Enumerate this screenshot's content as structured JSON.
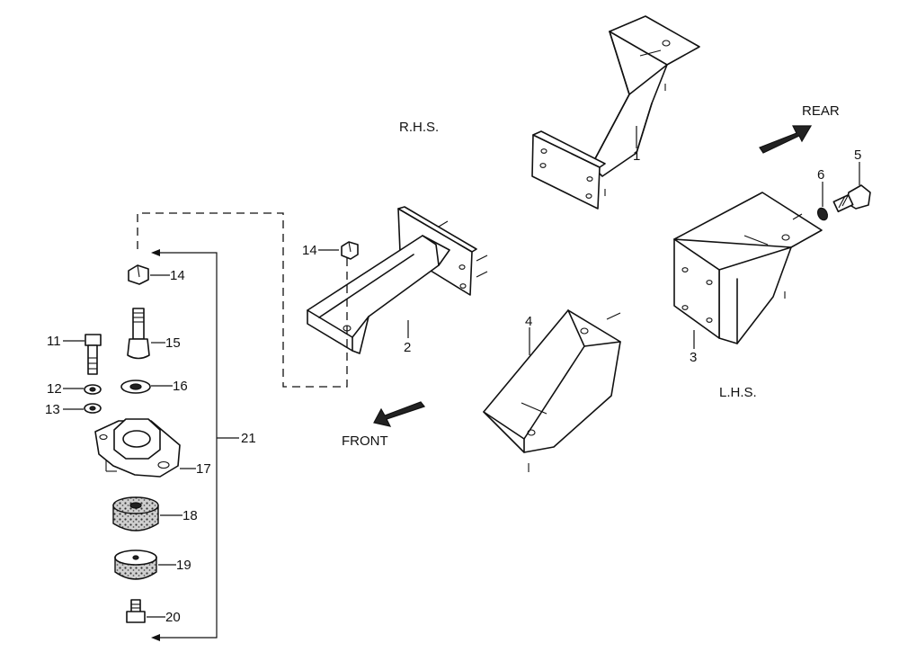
{
  "labels": {
    "rhs": "R.H.S.",
    "lhs": "L.H.S.",
    "front": "FRONT",
    "rear": "REAR"
  },
  "parts": {
    "p1": "1",
    "p2": "2",
    "p3": "3",
    "p4": "4",
    "p5": "5",
    "p6": "6",
    "p11": "11",
    "p12": "12",
    "p13": "13",
    "p14": "14",
    "p14b": "14",
    "p15": "15",
    "p16": "16",
    "p17": "17",
    "p18": "18",
    "p19": "19",
    "p20": "20",
    "p21": "21"
  },
  "colors": {
    "ink": "#111111",
    "paper": "#ffffff"
  },
  "icons": {
    "front_arrow": "arrow-down-left-icon",
    "rear_arrow": "arrow-up-right-icon"
  }
}
